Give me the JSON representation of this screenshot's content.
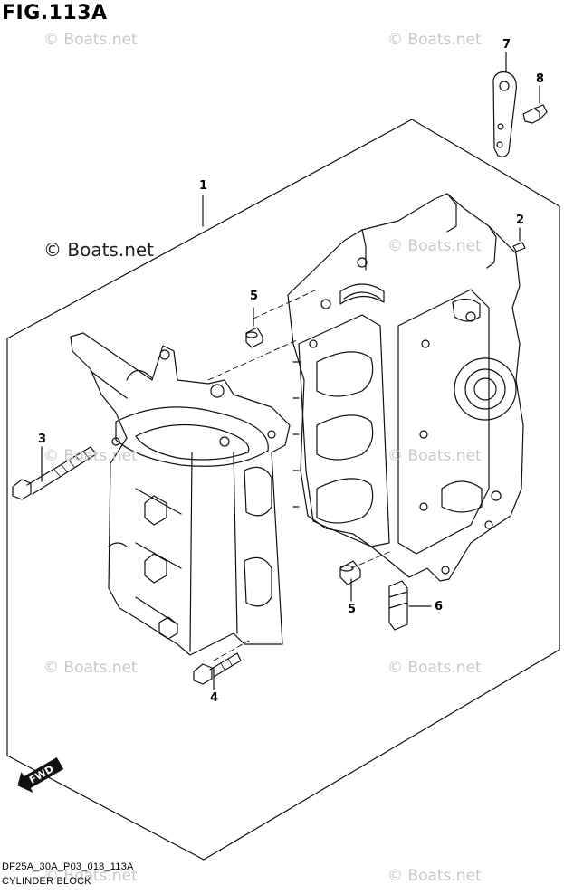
{
  "figure": {
    "title": "FIG.113A"
  },
  "watermarks": [
    "© Boats.net",
    "© Boats.net",
    "© Boats.net",
    "© Boats.net",
    "© Boats.net",
    "© Boats.net",
    "© Boats.net",
    "© Boats.net"
  ],
  "watermark_main": "© Boats.net",
  "callouts": [
    "1",
    "2",
    "3",
    "4",
    "5",
    "5",
    "6",
    "7",
    "8"
  ],
  "direction_arrow": {
    "label": "FWD",
    "icon": "fwd-arrow-icon"
  },
  "footer": {
    "code": "DF25A_30A_P03_018_113A",
    "name": "CYLINDER BLOCK"
  }
}
